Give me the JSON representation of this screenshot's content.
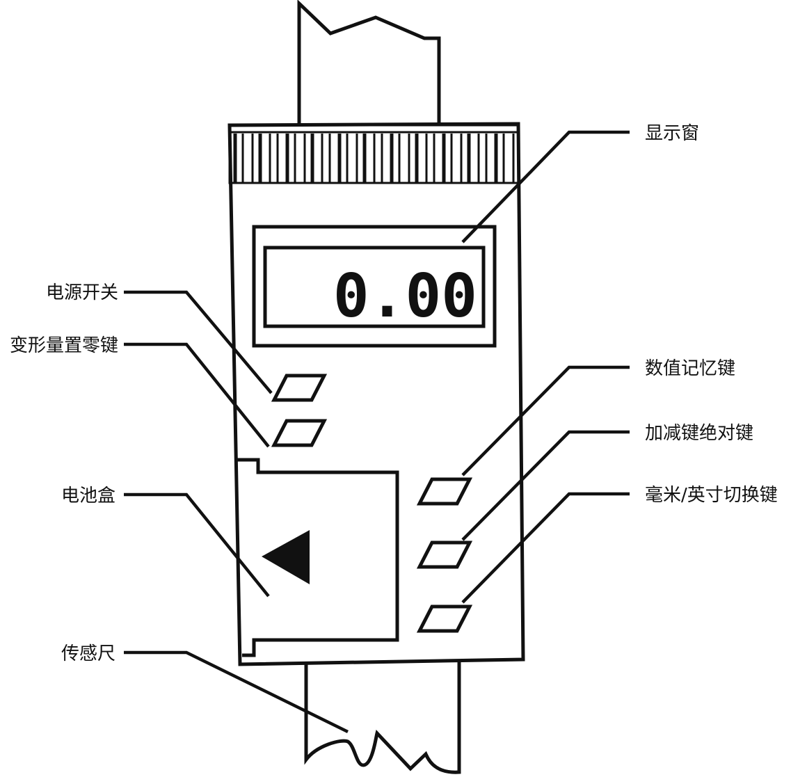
{
  "display": {
    "reading": "0.00"
  },
  "labels": {
    "power_switch": "电源开关",
    "zero_key": "变形量置零键",
    "battery_box": "电池盒",
    "sensor_ruler": "传感尺",
    "display_window": "显示窗",
    "memory_key": "数值记忆键",
    "add_sub_abs_key": "加减键绝对键",
    "mm_inch_key": "毫米/英寸切换键"
  }
}
